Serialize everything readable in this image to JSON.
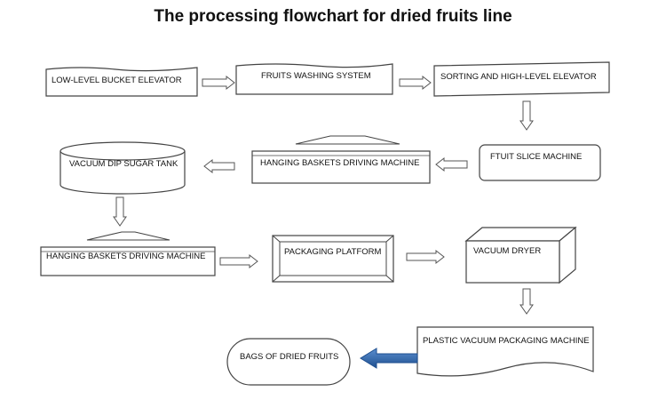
{
  "title": "The processing flowchart for dried fruits line",
  "steps": {
    "low_level_bucket_elevator": "LOW-LEVEL BUCKET ELEVATOR",
    "fruits_washing_system": "FRUITS WASHING SYSTEM",
    "sorting_high_level_elevator": "SORTING AND HIGH-LEVEL ELEVATOR",
    "fruit_slice_machine": "FTUIT SLICE MACHINE",
    "hanging_baskets_1": "HANGING BASKETS DRIVING MACHINE",
    "vacuum_dip_sugar_tank": "VACUUM DIP SUGAR TANK",
    "hanging_baskets_2": "HANGING BASKETS DRIVING MACHINE",
    "packaging_platform": "PACKAGING PLATFORM",
    "vacuum_dryer": "VACUUM DRYER",
    "plastic_vacuum_packaging": "PLASTIC VACUUM PACKAGING MACHINE",
    "bags_of_dried_fruits": "BAGS OF DRIED FRUITS"
  },
  "colors": {
    "stroke": "#444444",
    "final_arrow": "#2e5f9e"
  }
}
